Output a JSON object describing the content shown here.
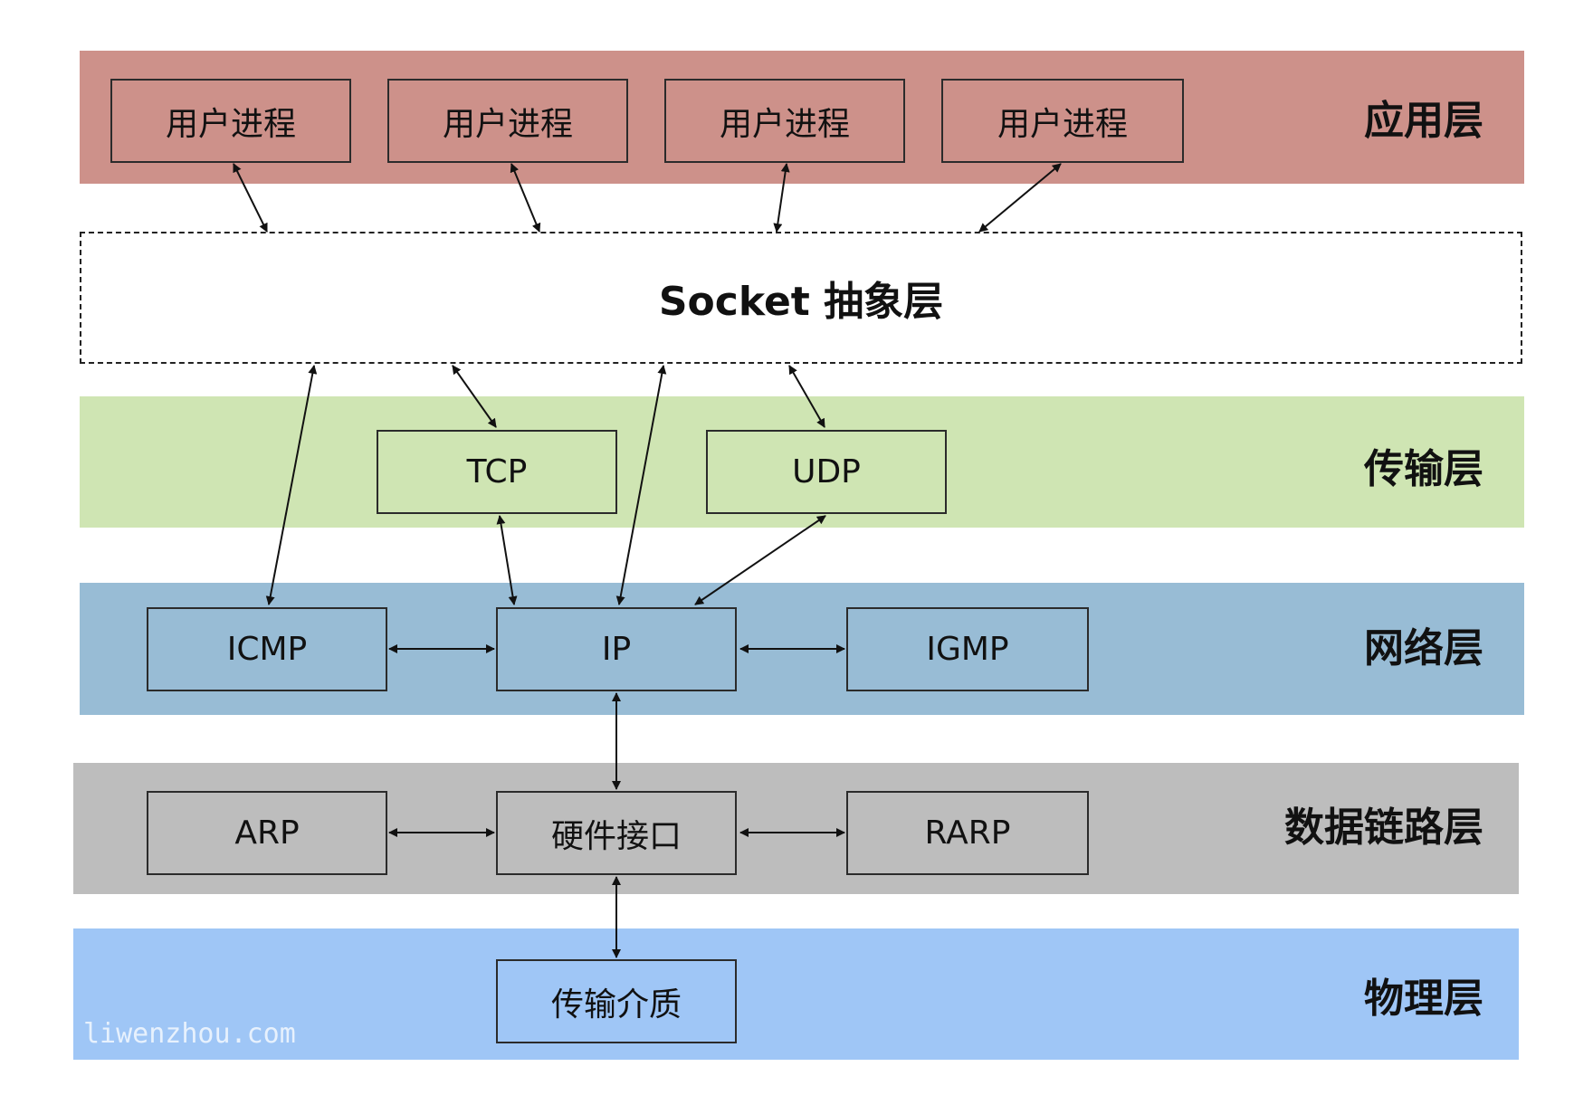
{
  "layers": {
    "application": "应用层",
    "transport": "传输层",
    "network": "网络层",
    "datalink": "数据链路层",
    "physical": "物理层"
  },
  "socket": {
    "label": "Socket 抽象层"
  },
  "application": {
    "processes": [
      "用户进程",
      "用户进程",
      "用户进程",
      "用户进程"
    ]
  },
  "transport": {
    "tcp": "TCP",
    "udp": "UDP"
  },
  "network": {
    "icmp": "ICMP",
    "ip": "IP",
    "igmp": "IGMP"
  },
  "datalink": {
    "arp": "ARP",
    "hardware": "硬件接口",
    "rarp": "RARP"
  },
  "physical": {
    "medium": "传输介质"
  },
  "watermark": "liwenzhou.com",
  "colors": {
    "application": "#cd918a",
    "transport": "#cfe5b3",
    "network": "#98bcd5",
    "datalink": "#bdbdbd",
    "physical": "#9fc6f6"
  }
}
